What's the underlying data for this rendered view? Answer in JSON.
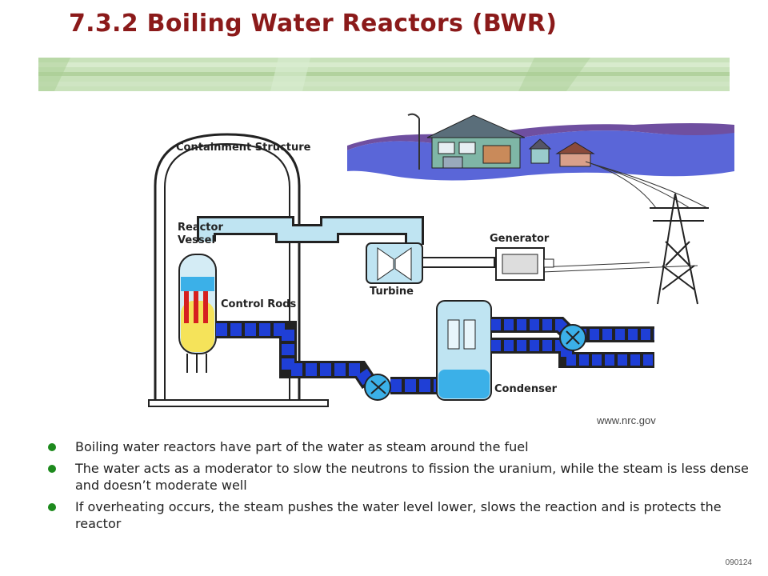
{
  "slide": {
    "title": "7.3.2 Boiling Water Reactors (BWR)",
    "credit": "www.nrc.gov",
    "slide_number": "090124"
  },
  "diagram": {
    "labels": {
      "containment": "Containment Structure",
      "reactor_vessel_1": "Reactor",
      "reactor_vessel_2": "Vessel",
      "control_rods": "Control Rods",
      "generator": "Generator",
      "turbine": "Turbine",
      "condenser": "Condenser"
    },
    "colors": {
      "pipe": "#1f3fd6",
      "steam_pipe": "#bfe4f2",
      "water": "#3bb0e8",
      "fuel": "#d62020",
      "rods": "#f5e35a",
      "band": "#b9d7a8",
      "title": "#8b1a1a",
      "bullet": "#1d8a1d"
    }
  },
  "bullets": [
    {
      "text": "Boiling water reactors have part of the water as steam around the fuel"
    },
    {
      "text": "The water acts as a moderator to slow the neutrons to fission the uranium, while the steam is less dense and doesn’t moderate well"
    },
    {
      "text": "If overheating occurs, the steam pushes the water level lower, slows the reaction and is protects the reactor"
    }
  ]
}
